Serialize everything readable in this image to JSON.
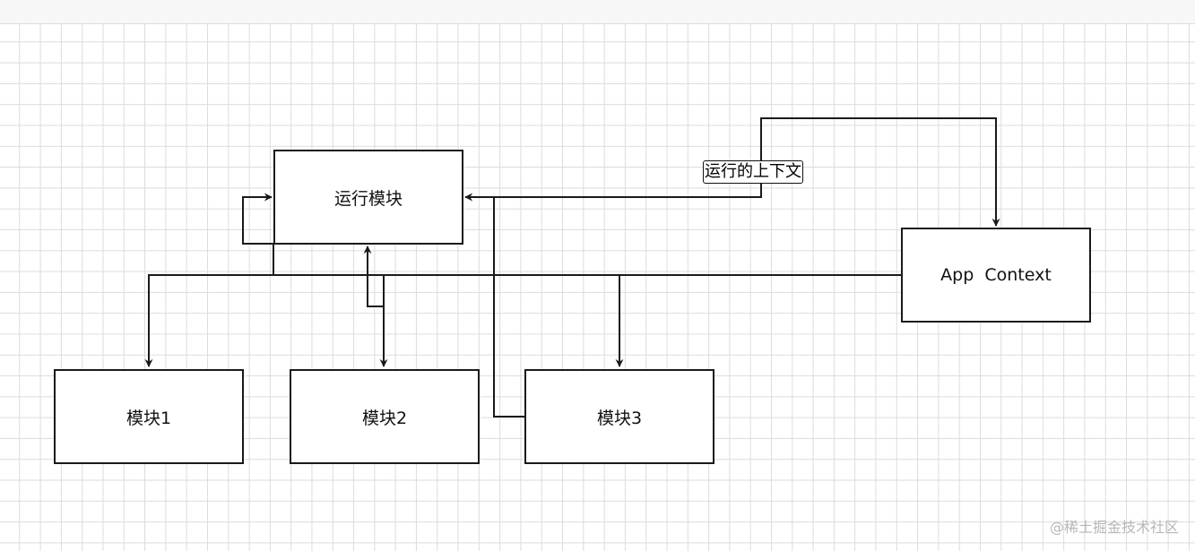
{
  "diagram": {
    "nodes": {
      "run_module": "运行模块",
      "app_context": "App  Context",
      "module1": "模块1",
      "module2": "模块2",
      "module3": "模块3"
    },
    "edge_labels": {
      "run_context": "运行的上下文"
    }
  },
  "watermark": "@稀土掘金技术社区",
  "colors": {
    "stroke": "#1a1a1a",
    "grid": "#dcdcdc",
    "background": "#ffffff",
    "watermark": "#b7b7b7"
  }
}
